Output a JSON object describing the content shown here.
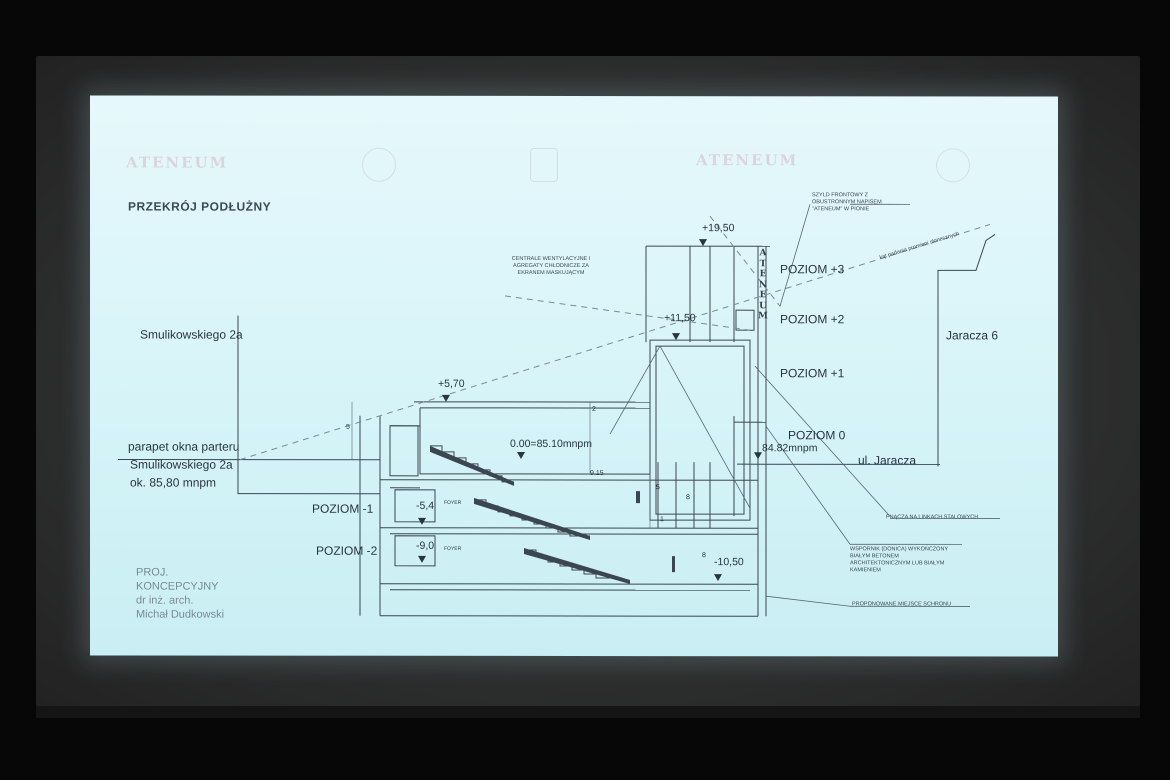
{
  "slide": {
    "title": "PRZEKRÓJ PODŁUŻNY",
    "logos": [
      "ATENEUM",
      "ATENEUM"
    ],
    "neighbors": {
      "left": "Smulikowskiego 2a",
      "right": "Jaracza 6"
    },
    "left_note": [
      "parapet  okna parteru",
      "Smulikowskiego 2a",
      "ok. 85,80 mnpm"
    ],
    "street": "ul. Jaracza",
    "levels": [
      "POZIOM +3",
      "POZIOM +2",
      "POZIOM +1",
      "POZIOM  0",
      "POZIOM -1",
      "POZIOM -2"
    ],
    "elevations": {
      "top": "+19,50",
      "upper": "+11,50",
      "roof": "+5,70",
      "zero": "0.00=85.10mnpm",
      "street": "84.82mnpm",
      "minus1": "-5,4",
      "minus2": "-9,0",
      "bottom": "-10,50"
    },
    "foyer": [
      "FOYER",
      "FOYER"
    ],
    "facade_text": "ATENEUM",
    "annotations": {
      "sign": "SZYLD FRONTOWY Z OBUSTRONNYM NAPISEM \"ATENEUM\" W PIONIE",
      "hvac": "CENTRALE WENTYLACYJNE I AGREGATY CHŁODNICZE ZA EKRANEM MASKUJĄCYM",
      "slope": "kąt padania promieni słonecznych",
      "climber": "PNĄCZA NA LINKACH STALOWYCH",
      "support": "WSPORNIK (DONICA) WYKOŃCZONY BIAŁYM BETONEM ARCHITEKTONICZNYM LUB BIAŁYM KAMIENIEM",
      "shelter": "PROPONOWANE MIEJSCE SCHRONU"
    },
    "dims": [
      "5",
      "2",
      "9.15",
      "5",
      "8",
      "1",
      "8"
    ],
    "author": "PROJ.\nKONCEPCYJNY\ndr inż. arch.\nMichał Dudkowski"
  },
  "colors": {
    "line": "#3c4650",
    "dash": "#7a8a98",
    "screen": "#d6f4f8"
  }
}
